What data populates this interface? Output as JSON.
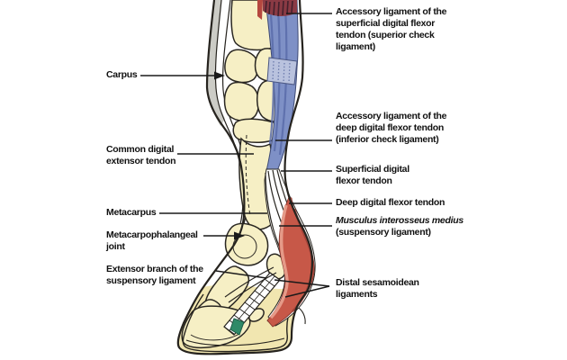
{
  "figure": {
    "background": "#ffffff",
    "colors": {
      "bone_fill": "#f6efc5",
      "hoof_fill": "#f1e6b0",
      "blue_band": "#7e90c6",
      "blue_band_dark": "#5a6caa",
      "check_ligament_fill": "#b9c2de",
      "muscle_origin_maroon": "#8a3a44",
      "red_band": "#c75848",
      "red_band_dark": "#9e4036",
      "salmon_stripe": "#e59a88",
      "green_insertion": "#2f8a68",
      "outline": "#26231e",
      "leader_line": "#1a1a1a",
      "gray_shadow": "#ccccc6"
    },
    "labels_left": [
      {
        "id": "carpus",
        "lines": [
          "Carpus"
        ]
      },
      {
        "id": "common-digital-extensor-tendon",
        "lines": [
          "Common digital",
          "extensor tendon"
        ]
      },
      {
        "id": "metacarpus",
        "lines": [
          "Metacarpus"
        ]
      },
      {
        "id": "metacarpophalangeal-joint",
        "lines": [
          "Metacarpophalangeal",
          "joint"
        ]
      },
      {
        "id": "extensor-branch",
        "lines": [
          "Extensor branch of the",
          "suspensory ligament"
        ]
      }
    ],
    "labels_right": [
      {
        "id": "superior-check-ligament",
        "lines": [
          "Accessory ligament of the",
          "superficial digital flexor",
          "tendon (superior check",
          "ligament)"
        ]
      },
      {
        "id": "inferior-check-ligament",
        "lines": [
          "Accessory ligament of the",
          "deep digital flexor tendon",
          "(inferior check ligament)"
        ]
      },
      {
        "id": "superficial-digital-flexor-tendon",
        "lines": [
          "Superficial digital",
          "flexor tendon"
        ]
      },
      {
        "id": "deep-digital-flexor-tendon",
        "lines": [
          "Deep digital flexor tendon"
        ]
      },
      {
        "id": "suspensory-ligament",
        "lines": [
          "Musculus interosseus medius",
          "(suspensory ligament)"
        ],
        "first_line_italic": true
      },
      {
        "id": "distal-sesamoidean-ligaments",
        "lines": [
          "Distal sesamoidean",
          "ligaments"
        ]
      }
    ]
  }
}
